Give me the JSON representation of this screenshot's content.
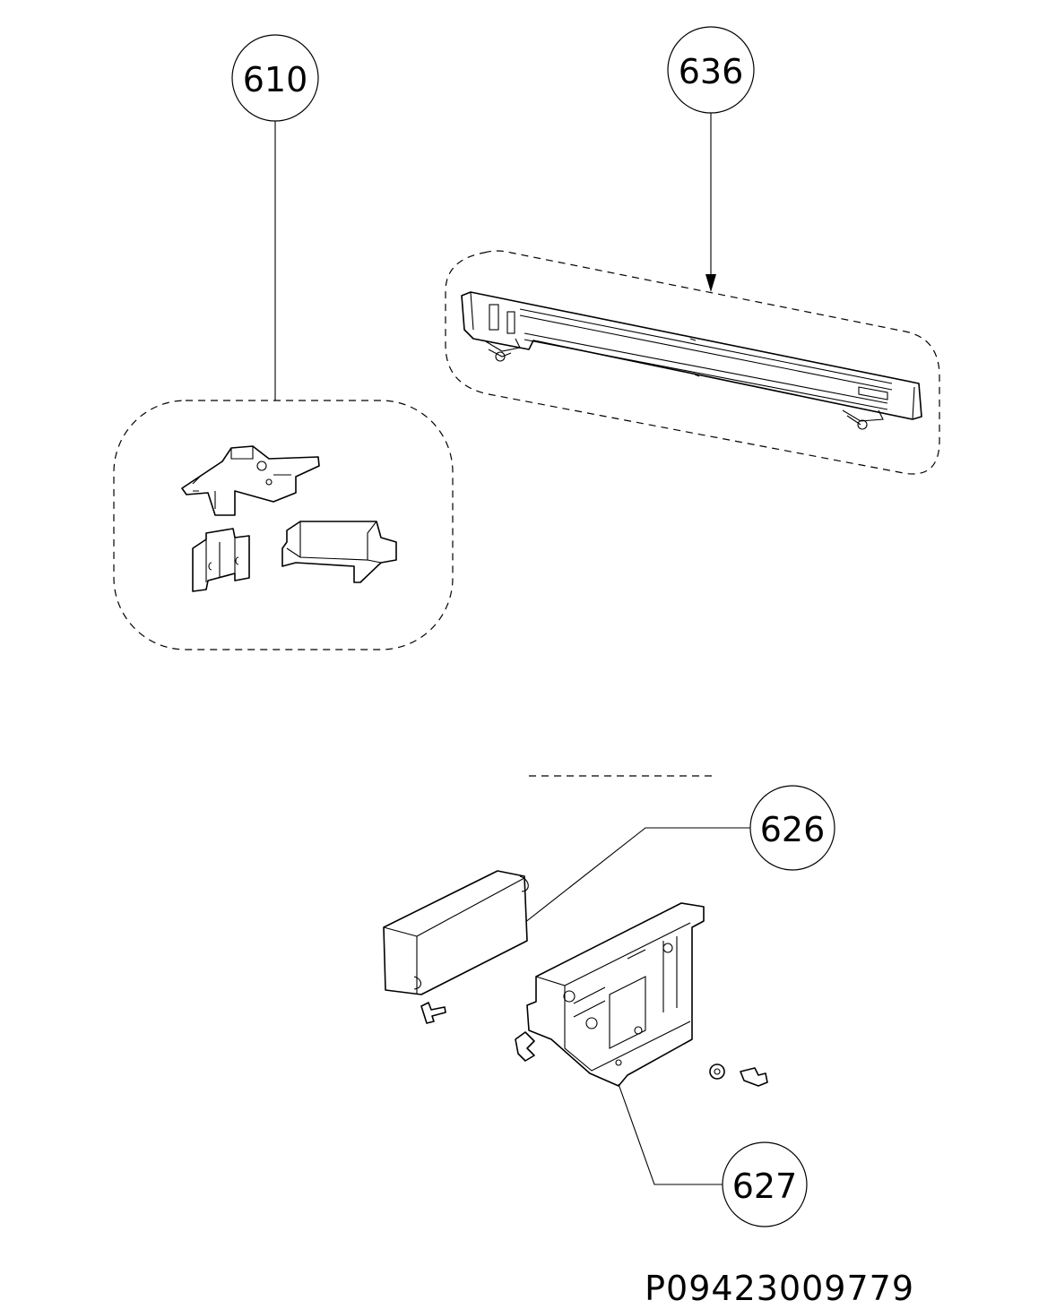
{
  "callouts": {
    "c610": "610",
    "c636": "636",
    "c626": "626",
    "c627": "627"
  },
  "drawing_code": "P09423009779",
  "colors": {
    "line": "#000000",
    "background": "#ffffff"
  }
}
